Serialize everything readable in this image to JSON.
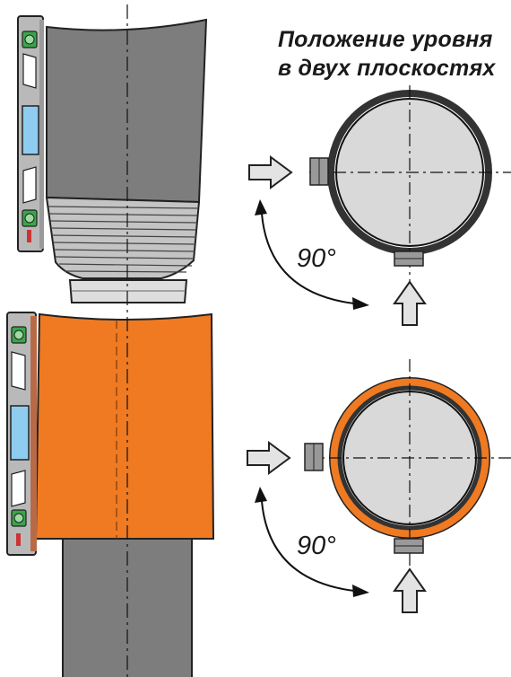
{
  "title_line_1": "Положение уровня",
  "title_line_2": "в двух плоскостях",
  "angle_top": "90°",
  "angle_bottom": "90°",
  "colors": {
    "pipe_gray": "#7d7d7d",
    "thread_gray": "#c4c4c4",
    "coupling_orange": "#ef7a22",
    "circle_fill": "#d9d9d9",
    "level_body": "#b9b9b9",
    "level_window": "#8ecdf0",
    "arrow_fill": "#e3e3e3",
    "bubble_green": "#3aa64a"
  }
}
